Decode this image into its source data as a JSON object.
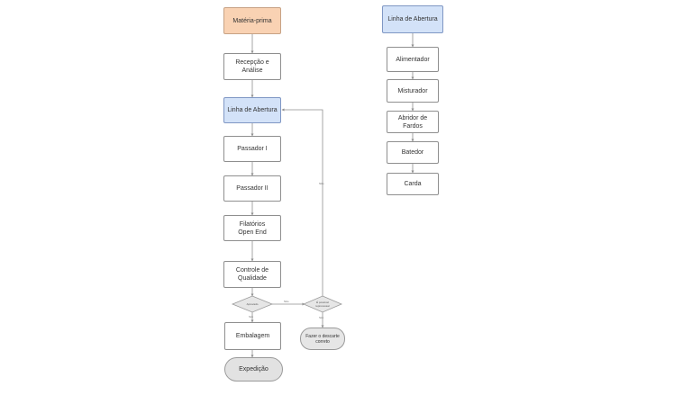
{
  "diagram": {
    "main_flow": {
      "materia_prima": "Matéria-prima",
      "recepcao": "Recepção e\nAnálise",
      "linha_abertura": "Linha de Abertura",
      "passador_1": "Passador I",
      "passador_2": "Passador II",
      "filatorios": "Filatórios\nOpen End",
      "controle": "Controle de\nQualidade",
      "decision_aprovado": "Aprovado",
      "decision_reprocessar": "É possível\nreprocessar",
      "embalagem": "Embalagem",
      "expedicao": "Expedição",
      "descarte": "Fazer o descarte\ncorreto"
    },
    "edge_labels": {
      "nao_1": "Não",
      "nao_2": "Não",
      "sim_1": "Sim",
      "sim_2": "Sim"
    },
    "opening_line": {
      "title": "Linha de Abertura",
      "alimentador": "Alimentador",
      "misturador": "Misturador",
      "abridor": "Abridor de\nFardos",
      "batedor": "Batedor",
      "carda": "Carda"
    },
    "colors": {
      "start": "#f9d2b3",
      "highlight": "#d3e2f8",
      "terminal": "#e2e2e2",
      "connector": "#8f8f8f"
    }
  }
}
